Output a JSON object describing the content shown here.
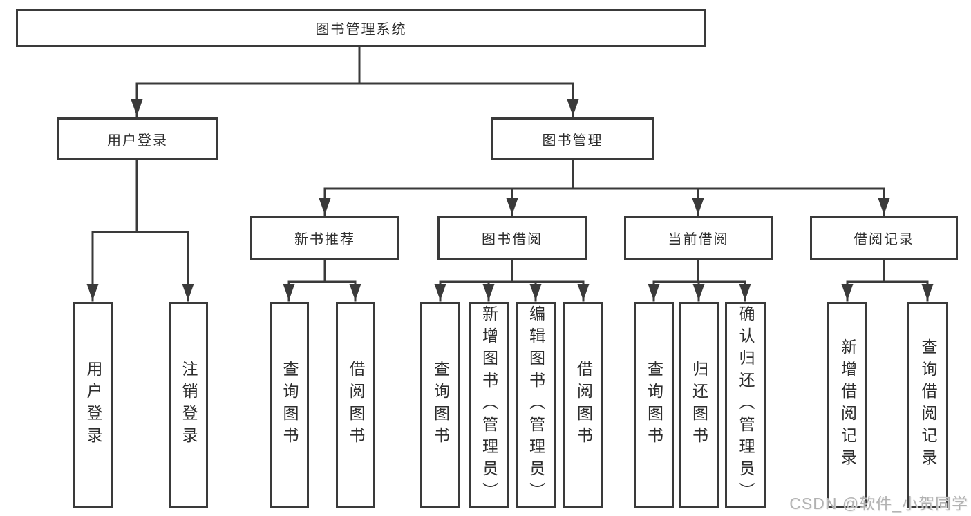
{
  "tree": {
    "root": {
      "label": "图书管理系统"
    },
    "children": [
      {
        "label": "用户登录",
        "children": [
          {
            "label": "用户登录"
          },
          {
            "label": "注销登录"
          }
        ]
      },
      {
        "label": "图书管理",
        "children": [
          {
            "label": "新书推荐",
            "children": [
              {
                "label": "查询图书"
              },
              {
                "label": "借阅图书"
              }
            ]
          },
          {
            "label": "图书借阅",
            "children": [
              {
                "label": "查询图书"
              },
              {
                "label": "新增图书（管理员）"
              },
              {
                "label": "编辑图书（管理员）"
              },
              {
                "label": "借阅图书"
              }
            ]
          },
          {
            "label": "当前借阅",
            "children": [
              {
                "label": "查询图书"
              },
              {
                "label": "归还图书"
              },
              {
                "label": "确认归还（管理员）"
              }
            ]
          },
          {
            "label": "借阅记录",
            "children": [
              {
                "label": "新增借阅记录"
              },
              {
                "label": "查询借阅记录"
              }
            ]
          }
        ]
      }
    ]
  },
  "watermark": {
    "text": "CSDN @软件_小贺同学"
  },
  "colors": {
    "line": "#3a3a3a",
    "text": "#2d2d2d",
    "background": "#ffffff",
    "watermark": "#b2b2b2"
  }
}
